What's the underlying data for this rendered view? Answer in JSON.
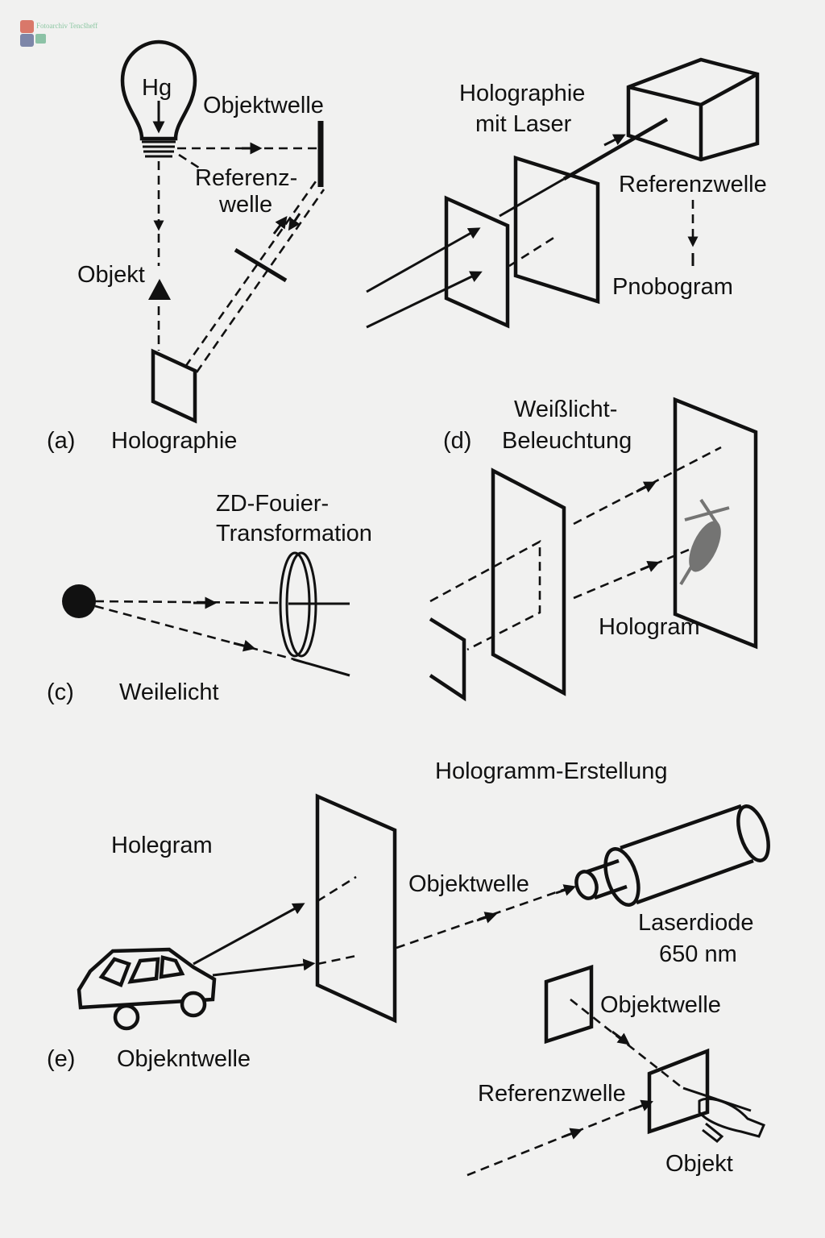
{
  "watermark": {
    "text": "Fotoarchiv Tencšheff",
    "colors": [
      "#d9786a",
      "#7d86a8",
      "#8cc2a6"
    ]
  },
  "panel_a": {
    "lamp_label": "Hg",
    "object_wave": "Objektwelle",
    "reference_wave_1": "Referenz-",
    "reference_wave_2": "welle",
    "object": "Objekt",
    "letter": "(a)",
    "caption": "Holographie"
  },
  "panel_b": {
    "title_1": "Holographie",
    "title_2": "mit Laser",
    "reference_wave": "Referenzwelle",
    "result": "Pnobogram"
  },
  "panel_c": {
    "title_1": "ZD-Fouier-",
    "title_2": "Transformation",
    "letter": "(c)",
    "caption": "Weilelicht"
  },
  "panel_d": {
    "title_1": "Weißlicht-",
    "letter": "(d)",
    "title_2": "Beleuchtung",
    "hologram": "Hologram"
  },
  "panel_e": {
    "title": "Hologramm-Erstellung",
    "hologram": "Holegram",
    "object_wave": "Objektwelle",
    "laser_1": "Laserdiode",
    "laser_2": "650 nm",
    "object_wave_2": "Objektwelle",
    "letter": "(e)",
    "caption": "Objekntwelle",
    "reference_wave": "Referenzwelle",
    "object": "Objekt"
  }
}
